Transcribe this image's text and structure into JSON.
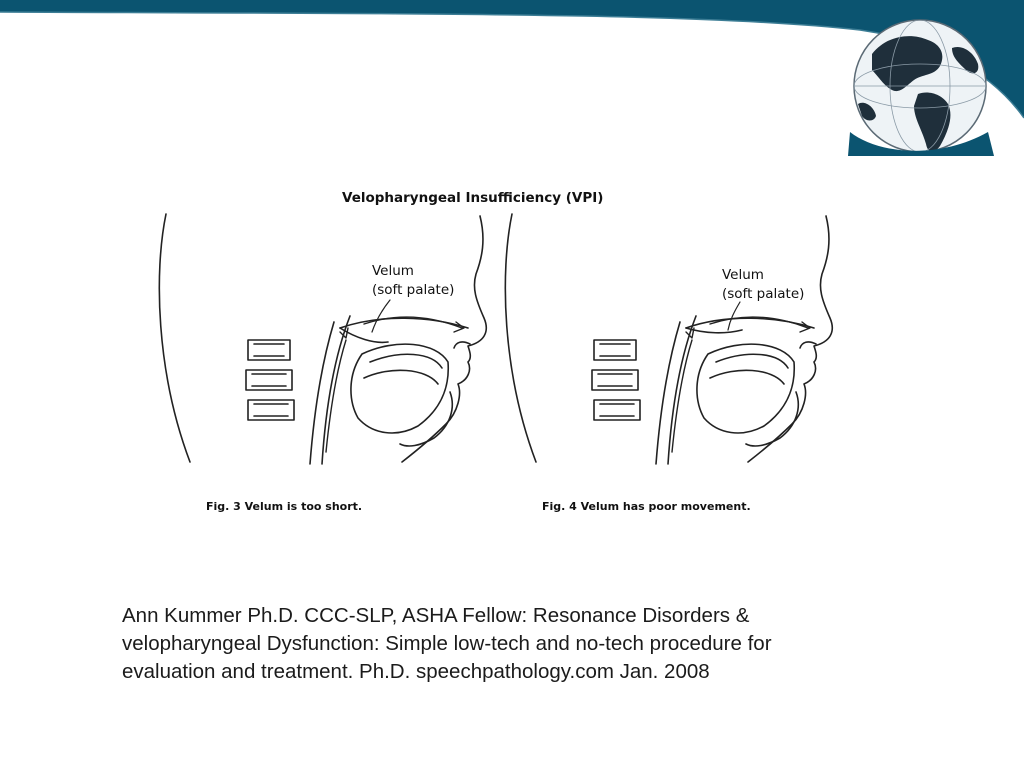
{
  "slide": {
    "banner_color": "#0b5470",
    "figure_title": "Velopharyngeal Insufficiency (VPI)",
    "diagrams": [
      {
        "label_line1": "Velum",
        "label_line2": "(soft palate)",
        "caption": "Fig. 3  Velum is too short."
      },
      {
        "label_line1": "Velum",
        "label_line2": "(soft palate)",
        "caption": "Fig. 4  Velum has poor movement."
      }
    ],
    "citation": [
      "Ann Kummer Ph.D. CCC-SLP, ASHA Fellow: Resonance Disorders &",
      "velopharyngeal Dysfunction: Simple low-tech and no-tech procedure for",
      "evaluation and treatment. Ph.D. speechpathology.com  Jan. 2008"
    ]
  }
}
